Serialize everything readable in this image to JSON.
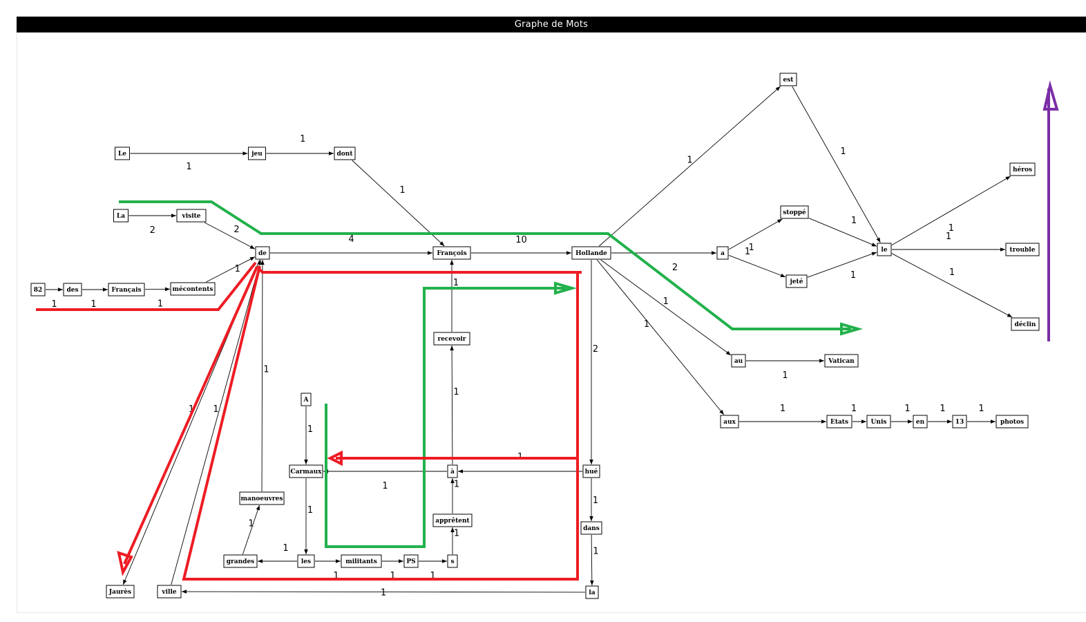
{
  "window": {
    "title": "Graphe de Mots"
  },
  "colors": {
    "red": "#ee1c24",
    "green": "#22b14c",
    "purple": "#7a2ea6"
  },
  "nodes": [
    {
      "id": "le_cap",
      "label": "Le"
    },
    {
      "id": "jeu",
      "label": "jeu"
    },
    {
      "id": "dont",
      "label": "dont"
    },
    {
      "id": "la_cap",
      "label": "La"
    },
    {
      "id": "visite",
      "label": "visite"
    },
    {
      "id": "de",
      "label": "de"
    },
    {
      "id": "n82",
      "label": "82"
    },
    {
      "id": "des",
      "label": "des"
    },
    {
      "id": "francais",
      "label": "Français"
    },
    {
      "id": "mecontents",
      "label": "mécontents"
    },
    {
      "id": "francois",
      "label": "François"
    },
    {
      "id": "hollande",
      "label": "Hollande"
    },
    {
      "id": "a_top",
      "label": "a"
    },
    {
      "id": "est",
      "label": "est"
    },
    {
      "id": "stoppe",
      "label": "stoppé"
    },
    {
      "id": "jete",
      "label": "jeté"
    },
    {
      "id": "le",
      "label": "le"
    },
    {
      "id": "heros",
      "label": "héros"
    },
    {
      "id": "trouble",
      "label": "trouble"
    },
    {
      "id": "declin",
      "label": "déclin"
    },
    {
      "id": "au",
      "label": "au"
    },
    {
      "id": "vatican",
      "label": "Vatican"
    },
    {
      "id": "aux",
      "label": "aux"
    },
    {
      "id": "etats",
      "label": "Etats"
    },
    {
      "id": "unis",
      "label": "Unis"
    },
    {
      "id": "en",
      "label": "en"
    },
    {
      "id": "n13",
      "label": "13"
    },
    {
      "id": "photos",
      "label": "photos"
    },
    {
      "id": "recevoir",
      "label": "recevoir"
    },
    {
      "id": "a_grave",
      "label": "à"
    },
    {
      "id": "a_cap",
      "label": "A"
    },
    {
      "id": "carmaux",
      "label": "Carmaux"
    },
    {
      "id": "hue",
      "label": "hué"
    },
    {
      "id": "dans",
      "label": "dans"
    },
    {
      "id": "la",
      "label": "la"
    },
    {
      "id": "appretent",
      "label": "apprêtent"
    },
    {
      "id": "s",
      "label": "s"
    },
    {
      "id": "ps",
      "label": "PS"
    },
    {
      "id": "militants",
      "label": "militants"
    },
    {
      "id": "les",
      "label": "les"
    },
    {
      "id": "grandes",
      "label": "grandes"
    },
    {
      "id": "manoeuvres",
      "label": "manoeuvres"
    },
    {
      "id": "jaures",
      "label": "Jaurès"
    },
    {
      "id": "ville",
      "label": "ville"
    }
  ],
  "edges": [
    {
      "from": "le_cap",
      "to": "jeu",
      "weight": "1"
    },
    {
      "from": "jeu",
      "to": "dont",
      "weight": "1"
    },
    {
      "from": "dont",
      "to": "francois",
      "weight": "1"
    },
    {
      "from": "la_cap",
      "to": "visite",
      "weight": "2"
    },
    {
      "from": "visite",
      "to": "de",
      "weight": "2"
    },
    {
      "from": "n82",
      "to": "des",
      "weight": "1"
    },
    {
      "from": "des",
      "to": "francais",
      "weight": "1"
    },
    {
      "from": "francais",
      "to": "mecontents",
      "weight": "1"
    },
    {
      "from": "mecontents",
      "to": "de",
      "weight": "1"
    },
    {
      "from": "de",
      "to": "francois",
      "weight": "4"
    },
    {
      "from": "francois",
      "to": "hollande",
      "weight": "10"
    },
    {
      "from": "hollande",
      "to": "est",
      "weight": "1"
    },
    {
      "from": "hollande",
      "to": "a_top",
      "weight": "2"
    },
    {
      "from": "hollande",
      "to": "au",
      "weight": "1"
    },
    {
      "from": "hollande",
      "to": "aux",
      "weight": "1"
    },
    {
      "from": "hollande",
      "to": "hue",
      "weight": "2"
    },
    {
      "from": "a_top",
      "to": "stoppe",
      "weight": "1"
    },
    {
      "from": "a_top",
      "to": "jete",
      "weight": "1"
    },
    {
      "from": "est",
      "to": "le",
      "weight": "1"
    },
    {
      "from": "stoppe",
      "to": "le",
      "weight": "1"
    },
    {
      "from": "jete",
      "to": "le",
      "weight": "1"
    },
    {
      "from": "le",
      "to": "heros",
      "weight": "1"
    },
    {
      "from": "le",
      "to": "trouble",
      "weight": "1"
    },
    {
      "from": "le",
      "to": "declin",
      "weight": "1"
    },
    {
      "from": "au",
      "to": "vatican",
      "weight": "1"
    },
    {
      "from": "aux",
      "to": "etats",
      "weight": "1"
    },
    {
      "from": "etats",
      "to": "unis",
      "weight": "1"
    },
    {
      "from": "unis",
      "to": "en",
      "weight": "1"
    },
    {
      "from": "en",
      "to": "n13",
      "weight": "1"
    },
    {
      "from": "n13",
      "to": "photos",
      "weight": "1"
    },
    {
      "from": "recevoir",
      "to": "francois",
      "weight": "1"
    },
    {
      "from": "a_grave",
      "to": "recevoir",
      "weight": "1"
    },
    {
      "from": "hue",
      "to": "a_grave",
      "weight": "1"
    },
    {
      "from": "a_grave",
      "to": "carmaux",
      "weight": "1"
    },
    {
      "from": "hue",
      "to": "dans",
      "weight": "1"
    },
    {
      "from": "dans",
      "to": "la",
      "weight": "1"
    },
    {
      "from": "la",
      "to": "ville",
      "weight": "1"
    },
    {
      "from": "ville",
      "to": "de",
      "weight": "1"
    },
    {
      "from": "de",
      "to": "jaures",
      "weight": "1"
    },
    {
      "from": "a_cap",
      "to": "carmaux",
      "weight": "1"
    },
    {
      "from": "carmaux",
      "to": "les",
      "weight": "1"
    },
    {
      "from": "les",
      "to": "grandes",
      "weight": "1"
    },
    {
      "from": "les",
      "to": "militants",
      "weight": "1"
    },
    {
      "from": "militants",
      "to": "ps",
      "weight": "1"
    },
    {
      "from": "ps",
      "to": "s",
      "weight": "1"
    },
    {
      "from": "s",
      "to": "appretent",
      "weight": "1"
    },
    {
      "from": "appretent",
      "to": "a_grave",
      "weight": "1"
    },
    {
      "from": "grandes",
      "to": "manoeuvres",
      "weight": "1"
    },
    {
      "from": "manoeuvres",
      "to": "de",
      "weight": "1"
    }
  ]
}
